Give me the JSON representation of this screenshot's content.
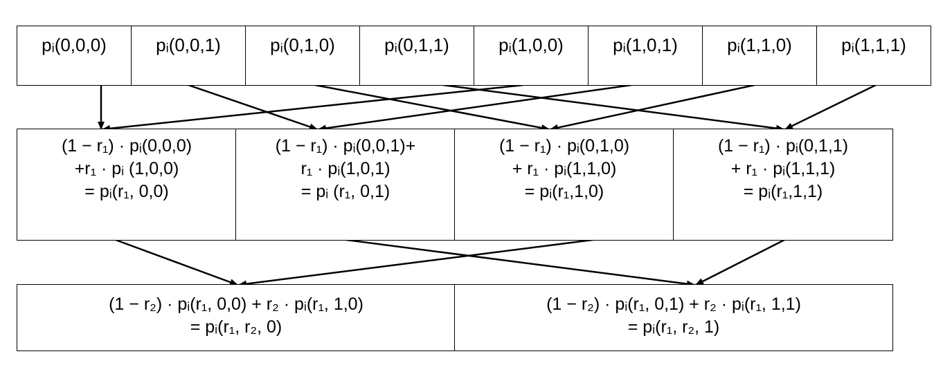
{
  "layer1": [
    "pᵢ(0,0,0)",
    "pᵢ(0,0,1)",
    "pᵢ(0,1,0)",
    "pᵢ(0,1,1)",
    "pᵢ(1,0,0)",
    "pᵢ(1,0,1)",
    "pᵢ(1,1,0)",
    "pᵢ(1,1,1)"
  ],
  "layer2": [
    {
      "line1": "(1 − r₁) · pᵢ(0,0,0)",
      "line2": "+r₁ · pᵢ (1,0,0)",
      "line3": "= pᵢ(r₁, 0,0)"
    },
    {
      "line1": "(1 − r₁) · pᵢ(0,0,1)+",
      "line2": "r₁ · pᵢ(1,0,1)",
      "line3": "= pᵢ (r₁, 0,1)"
    },
    {
      "line1": "(1 − r₁) · pᵢ(0,1,0)",
      "line2": "+ r₁ · pᵢ(1,1,0)",
      "line3": "= pᵢ(r₁,1,0)"
    },
    {
      "line1": "(1 − r₁) · pᵢ(0,1,1)",
      "line2": "+ r₁ · pᵢ(1,1,1)",
      "line3": "= pᵢ(r₁,1,1)"
    }
  ],
  "layer3": [
    {
      "line1": "(1 − r₂) · pᵢ(r₁, 0,0) + r₂ · pᵢ(r₁, 1,0)",
      "line2": "= pᵢ(r₁, r₂, 0)"
    },
    {
      "line1": "(1 − r₂) · pᵢ(r₁, 0,1) + r₂ · pᵢ(r₁, 1,1)",
      "line2": "= pᵢ(r₁, r₂, 1)"
    }
  ]
}
